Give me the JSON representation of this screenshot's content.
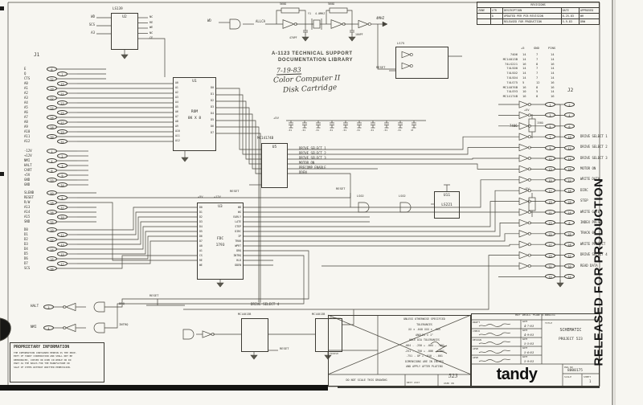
{
  "sheet": {
    "paper": "#f7f6f1",
    "ink": "#2b2a26"
  },
  "revision": {
    "title": "REVISIONS",
    "headers": [
      "ZONE",
      "LTR",
      "DESCRIPTION",
      "DATE",
      "APPROVED"
    ],
    "rows": [
      [
        "",
        "A",
        "UPDATED PER PCB REVISION",
        "8-25-83",
        "WH"
      ],
      [
        "",
        "",
        "RELEASED FOR PRODUCTION",
        "5-9-83",
        "DRW"
      ]
    ]
  },
  "library_stamp": {
    "line1": "A-1123 TECHNICAL SUPPORT",
    "line2": "DOCUMENTATION LIBRARY",
    "date": "7-19-83",
    "hand1": "Color Computer II",
    "hand2": "Disk Cartridge"
  },
  "j1": {
    "label": "J1",
    "groups": [
      [
        {
          "n": "E",
          "p": "6"
        },
        {
          "n": "Q",
          "p": "7"
        },
        {
          "n": "CTS",
          "p": "32"
        },
        {
          "n": "A0",
          "p": "19"
        },
        {
          "n": "A1",
          "p": "20"
        },
        {
          "n": "A2",
          "p": "21"
        },
        {
          "n": "A3",
          "p": "22"
        },
        {
          "n": "A4",
          "p": "23"
        },
        {
          "n": "A5",
          "p": "24"
        },
        {
          "n": "A6",
          "p": "25"
        },
        {
          "n": "A7",
          "p": "26"
        },
        {
          "n": "A8",
          "p": "27"
        },
        {
          "n": "A9",
          "p": "28"
        },
        {
          "n": "A10",
          "p": "29"
        },
        {
          "n": "A11",
          "p": "30"
        },
        {
          "n": "A12",
          "p": "31"
        }
      ],
      [
        {
          "n": "-12V",
          "p": "1"
        },
        {
          "n": "+12V",
          "p": "2"
        },
        {
          "n": "NMI",
          "p": "4"
        },
        {
          "n": "HALT",
          "p": "3"
        },
        {
          "n": "CART",
          "p": "8"
        },
        {
          "n": "+5V",
          "p": "9"
        },
        {
          "n": "GND",
          "p": "33"
        },
        {
          "n": "GND",
          "p": "34"
        }
      ],
      [
        {
          "n": "SLENB",
          "p": "40"
        },
        {
          "n": "RESET",
          "p": "5"
        },
        {
          "n": "R/W",
          "p": "18"
        },
        {
          "n": "A13",
          "p": "37"
        },
        {
          "n": "A14",
          "p": "38"
        },
        {
          "n": "A15",
          "p": "39"
        },
        {
          "n": "SND",
          "p": "35"
        }
      ],
      [
        {
          "n": "D0",
          "p": "10"
        },
        {
          "n": "D1",
          "p": "11"
        },
        {
          "n": "D2",
          "p": "12"
        },
        {
          "n": "D3",
          "p": "13"
        },
        {
          "n": "D4",
          "p": "14"
        },
        {
          "n": "D5",
          "p": "15"
        },
        {
          "n": "D6",
          "p": "16"
        },
        {
          "n": "D7",
          "p": "17"
        },
        {
          "n": "SCS",
          "p": "36"
        }
      ]
    ]
  },
  "j2": {
    "label": "J2",
    "gnd_pins": [
      "1",
      "3",
      "5",
      "7",
      "9",
      "11",
      "13",
      "15",
      "17",
      "19",
      "21",
      "23",
      "25",
      "27",
      "29",
      "31",
      "33"
    ],
    "rows": [
      {
        "p": "2",
        "s": ""
      },
      {
        "p": "4",
        "s": ""
      },
      {
        "p": "6",
        "s": ""
      },
      {
        "p": "10",
        "s": "DRIVE SELECT 1"
      },
      {
        "p": "12",
        "s": "DRIVE SELECT 2"
      },
      {
        "p": "14",
        "s": "DRIVE SELECT 3"
      },
      {
        "p": "16",
        "s": "MOTOR ON"
      },
      {
        "p": "22",
        "s": "WRITE DATA"
      },
      {
        "p": "18",
        "s": "DIRC"
      },
      {
        "p": "20",
        "s": "STEP"
      },
      {
        "p": "24",
        "s": "WRITE GATE"
      },
      {
        "p": "8",
        "s": "INDEX PULSE"
      },
      {
        "p": "26",
        "s": "TRACK 00"
      },
      {
        "p": "28",
        "s": "WRITE PROTECT"
      },
      {
        "p": "32",
        "s": "DRIVE SELECT 4"
      },
      {
        "p": "30",
        "s": "READ DATA"
      },
      {
        "p": "34",
        "s": ""
      }
    ]
  },
  "power_table": {
    "headers": [
      "+5",
      "GND",
      "PINS"
    ],
    "rows": [
      [
        "7406",
        "14",
        "7",
        "14"
      ],
      [
        "MC14013B",
        "14",
        "7",
        "14"
      ],
      [
        "74LS221",
        "16",
        "8",
        "16"
      ],
      [
        "74LS00",
        "14",
        "7",
        "14"
      ],
      [
        "74LS02",
        "14",
        "7",
        "14"
      ],
      [
        "74LS04",
        "14",
        "7",
        "14"
      ],
      [
        "74LS75",
        "5",
        "12",
        "16"
      ],
      [
        "MC14076B",
        "16",
        "8",
        "16"
      ],
      [
        "74LS93",
        "10",
        "5",
        "14"
      ],
      [
        "MC14174B",
        "16",
        "8",
        "16"
      ]
    ]
  },
  "chips": {
    "u2": {
      "ref": "U2",
      "part": "LS139",
      "inputs": [
        "WD",
        "SCS",
        "A3"
      ],
      "outputs": [
        "NC",
        "RE",
        "WE",
        "NC",
        "CE"
      ]
    },
    "u1": {
      "ref": "U1",
      "line1": "ROM",
      "line2": "8K X 8",
      "left": [
        "A0",
        "A1",
        "A2",
        "A3",
        "A4",
        "A5",
        "A6",
        "A7",
        "A8",
        "A9",
        "A10",
        "A11",
        "A12"
      ],
      "right": [
        "D0",
        "D1",
        "D2",
        "D3",
        "D4",
        "D5",
        "D6",
        "D7"
      ]
    },
    "u3": {
      "ref": "U3",
      "line1": "FDC",
      "line2": "1793",
      "left": [
        "D0",
        "D1",
        "D2",
        "D3",
        "D4",
        "D5",
        "D6",
        "D7",
        "A0",
        "A1",
        "CS",
        "RE",
        "WE"
      ],
      "right": [
        "WD",
        "WG",
        "EARLY",
        "LATE",
        "STEP",
        "DIRC",
        "IP",
        "TR00",
        "WPRT",
        "DRQ",
        "INTRQ",
        "HLD",
        "DDEN"
      ]
    },
    "u5": {
      "ref": "U5",
      "part": "MC14174B",
      "outputs": [
        "DRIVE SELECT 1",
        "DRIVE SELECT 2",
        "DRIVE SELECT 3",
        "MOTOR ON",
        "PRECOMP ENABLE",
        "DDEN"
      ]
    },
    "u11": {
      "ref": "U11",
      "part": "LS221"
    },
    "ff1": {
      "part": "MC14013B"
    },
    "ff2": {
      "part": "MC14013B"
    }
  },
  "osc": {
    "r1": "560Ω",
    "r2": "560Ω",
    "xtal": "Y1",
    "freq": "4.0MHZ",
    "c1": "470PF",
    "c2": "100PF",
    "out": "4MHZ"
  },
  "bypass": {
    "rail": "+5V",
    "values": [
      ".01",
      ".01",
      ".01",
      ".01",
      ".01",
      ".01",
      ".01",
      ".01",
      ".01",
      "47"
    ]
  },
  "labels": {
    "reset": "RESET",
    "ds4": "DRIVE SELECT 4",
    "halt": "HALT",
    "nmi": "NMI",
    "drq": "DRQ",
    "intrq": "INTRQ",
    "p5": "+5V",
    "p12": "+12V",
    "mhz4": "4MHZ",
    "allca": "ALLCA",
    "wd": "WD",
    "g7406": "7406",
    "ls02": "LS02",
    "ls75": "LS75",
    "r150": "150Ω",
    "halt_pin": "3",
    "nmi_pin": "4"
  },
  "released": "RELEASED FOR PRODUCTION",
  "notes": {
    "lines": [
      "UNLESS OTHERWISE SPECIFIED",
      "TOLERANCES",
      "XX ± .040   XXX ± .005",
      "ANGLES ± 1°",
      "HOLE DIA TOLERANCES",
      ".064 - .250  + .004 - .001",
      ".251 - .750  + .006 - .001",
      ".751 - UP   + .010 - .001",
      "DIMENSIONS ARE IN INCHES",
      "AND APPLY AFTER PLATING"
    ],
    "material": "MATERIAL",
    "finish": "FINISH",
    "no_scale": "DO NOT SCALE THIS DRAWING",
    "next_assy": "NEXT ASSY",
    "used_on": "USED ON",
    "used_on_val": "523"
  },
  "titleblock": {
    "ref_plan": "REF DRILL PLAN D-000231",
    "title_label": "TITLE",
    "title1": "SCHEMATIC",
    "title2": "PROJECT 523",
    "brand": "tandy",
    "dwg_label": "DWG NO",
    "dwg_no": "8000175",
    "scale_label": "SCALE",
    "sheet_label": "SHEET",
    "sheet": "1",
    "date_label": "DATE",
    "sig_rows": [
      {
        "role": "DRAFT",
        "date": "4-7-83"
      },
      {
        "role": "CHECK",
        "date": "4-9-83"
      },
      {
        "role": "DESIGN",
        "date": "5-5-83"
      },
      {
        "role": "APVD",
        "date": "5-6-83"
      },
      {
        "role": "APVD",
        "date": "5-9-83"
      }
    ]
  },
  "proprietary": {
    "title": "PROPRIETARY INFORMATION",
    "lines": [
      "THE INFORMATION CONTAINED HEREIN IS THE PROP-",
      "ERTY OF TANDY CORPORATION AND SHALL NOT BE",
      "REPRODUCED, COPIED OR USED IN WHOLE OR IN",
      "PART AS THE BASIS FOR THE MANUFACTURE OR",
      "SALE OF ITEMS WITHOUT WRITTEN PERMISSION."
    ]
  }
}
